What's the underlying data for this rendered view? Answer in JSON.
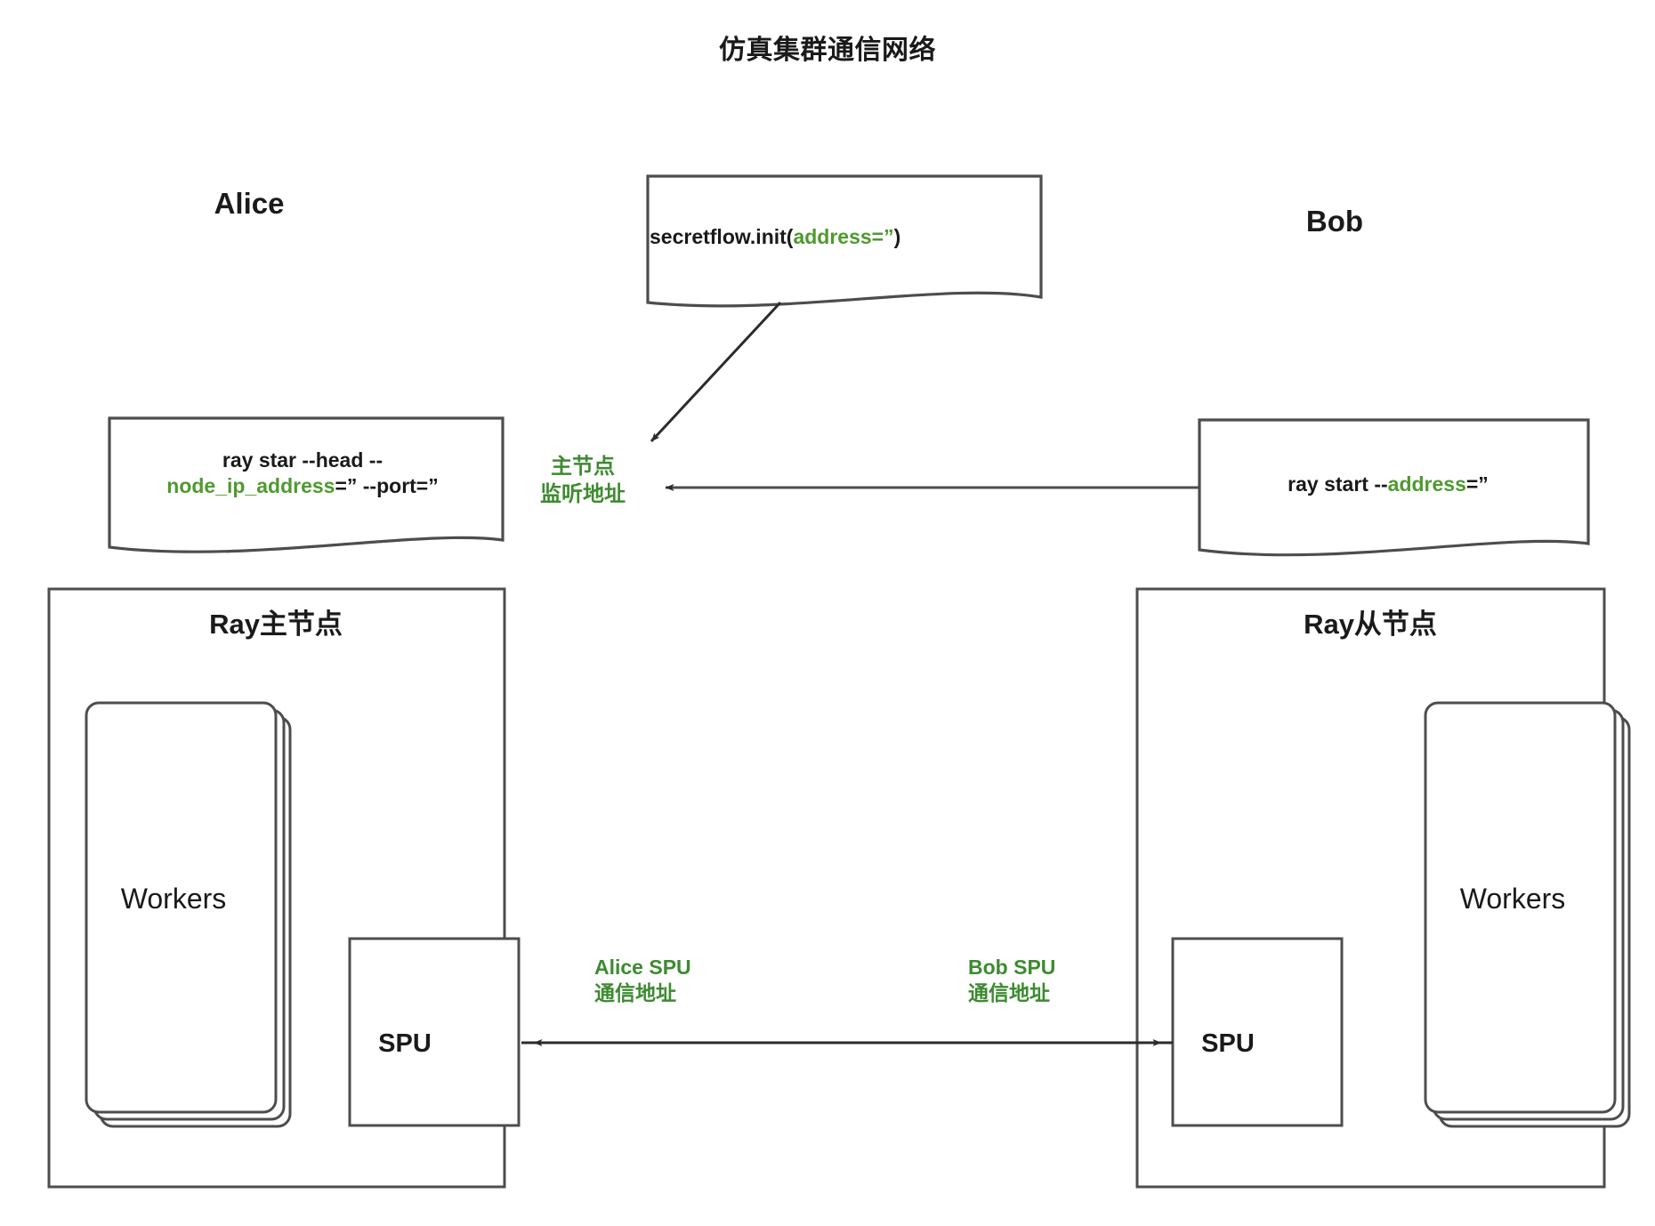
{
  "title": "仿真集群通信网络",
  "parties": {
    "left": "Alice",
    "right": "Bob"
  },
  "notes": {
    "init": {
      "prefix": "secretflow.init(",
      "highlight": "address=”",
      "suffix": ")"
    },
    "alice_cmd": {
      "line1": "ray star --head --",
      "line2_highlight": "node_ip_address",
      "line2_suffix": "=” --port=”"
    },
    "bob_cmd": {
      "prefix": "ray start --",
      "highlight": "address",
      "suffix": "=”"
    }
  },
  "annotations": {
    "head_listen": "主节点\n监听地址",
    "alice_spu": "Alice SPU\n通信地址",
    "bob_spu": "Bob SPU\n通信地址"
  },
  "clusters": {
    "left": {
      "title": "Ray主节点",
      "workers_label": "Workers",
      "spu_label": "SPU"
    },
    "right": {
      "title": "Ray从节点",
      "workers_label": "Workers",
      "spu_label": "SPU"
    }
  },
  "colors": {
    "stroke": "#4d4d4d",
    "accent_green": "#3d8b30",
    "code_green": "#4e9a2f",
    "text": "#1a1a1a",
    "background": "#ffffff"
  }
}
